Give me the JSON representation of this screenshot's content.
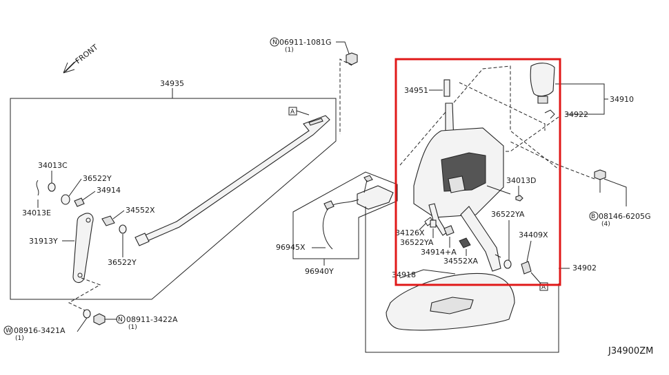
{
  "diagram_code": "J34900ZM",
  "front_label": "FRONT",
  "ref_marker": "A",
  "colors": {
    "highlight": "#e01818",
    "line": "#222222",
    "background": "#ffffff"
  },
  "labels": {
    "p06911_1081G": "06911-1081G",
    "p06911_qty": "(1)",
    "p34935": "34935",
    "p34013C": "34013C",
    "p36522Y_a": "36522Y",
    "p34914": "34914",
    "p34013E": "34013E",
    "p34552X": "34552X",
    "p31913Y": "31913Y",
    "p36522Y_b": "36522Y",
    "p08916_3421A": "08916-3421A",
    "p08916_qty": "(1)",
    "p08911_3422A": "08911-3422A",
    "p08911_qty": "(1)",
    "p96945X": "96945X",
    "p96940Y": "96940Y",
    "p34951": "34951",
    "p34910": "34910",
    "p34922": "34922",
    "p34013D": "34013D",
    "p36522YA_a": "36522YA",
    "p34126X": "34126X",
    "p36522YA_b": "36522YA",
    "p34409X": "34409X",
    "p34914A": "34914+A",
    "p34552XA": "34552XA",
    "p34902": "34902",
    "p34918": "34918",
    "p08146_6205G": "08146-6205G",
    "p08146_qty": "(4)"
  },
  "symbols": {
    "n": "N",
    "w": "W",
    "b": "B"
  }
}
